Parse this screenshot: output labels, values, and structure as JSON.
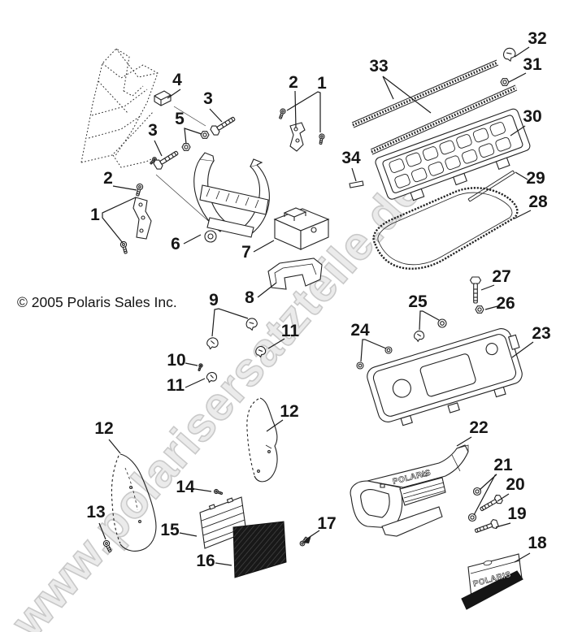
{
  "diagram": {
    "watermark": "www.polarisersatzteile.de",
    "copyright": "© 2005 Polaris Sales Inc.",
    "brand_text": "POLARIS"
  },
  "callouts": [
    {
      "label": "4"
    },
    {
      "label": "3"
    },
    {
      "label": "5"
    },
    {
      "label": "3"
    },
    {
      "label": "2"
    },
    {
      "label": "1"
    },
    {
      "label": "6"
    },
    {
      "label": "2"
    },
    {
      "label": "1"
    },
    {
      "label": "33"
    },
    {
      "label": "32"
    },
    {
      "label": "31"
    },
    {
      "label": "30"
    },
    {
      "label": "34"
    },
    {
      "label": "29"
    },
    {
      "label": "28"
    },
    {
      "label": "7"
    },
    {
      "label": "8"
    },
    {
      "label": "27"
    },
    {
      "label": "26"
    },
    {
      "label": "25"
    },
    {
      "label": "24"
    },
    {
      "label": "23"
    },
    {
      "label": "9"
    },
    {
      "label": "11"
    },
    {
      "label": "10"
    },
    {
      "label": "11"
    },
    {
      "label": "12"
    },
    {
      "label": "12"
    },
    {
      "label": "13"
    },
    {
      "label": "14"
    },
    {
      "label": "15"
    },
    {
      "label": "16"
    },
    {
      "label": "17"
    },
    {
      "label": "22"
    },
    {
      "label": "21"
    },
    {
      "label": "20"
    },
    {
      "label": "19"
    },
    {
      "label": "18"
    }
  ]
}
